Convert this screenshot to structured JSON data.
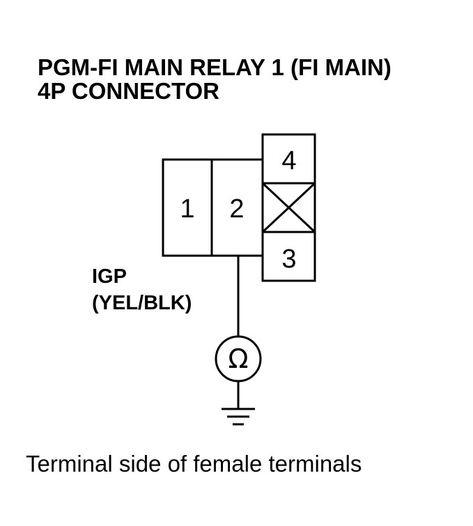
{
  "title": {
    "line1": "PGM-FI MAIN RELAY 1 (FI MAIN)",
    "line2": "4P CONNECTOR"
  },
  "connector": {
    "pins": {
      "pin1": "1",
      "pin2": "2",
      "pin3": "3",
      "pin4": "4"
    },
    "unused_cavity": "x-marked-empty-cavity"
  },
  "wire": {
    "signal": "IGP",
    "color_code": "(YEL/BLK)"
  },
  "meter": {
    "symbol": "Ω",
    "icon": "ohmmeter-icon"
  },
  "ground": {
    "icon": "ground-symbol-icon"
  },
  "caption": "Terminal side of female terminals"
}
